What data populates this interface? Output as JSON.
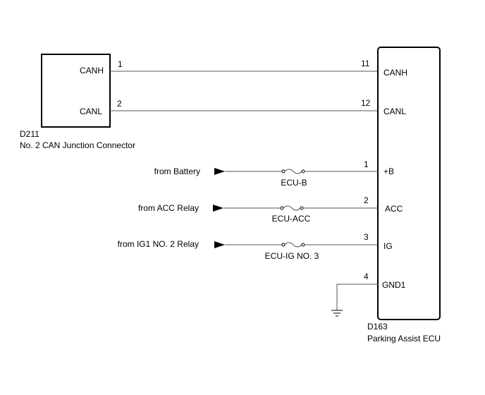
{
  "junction": {
    "code": "D211",
    "name": "No. 2 CAN Junction Connector",
    "pins": [
      {
        "label": "CANH",
        "pin": "1"
      },
      {
        "label": "CANL",
        "pin": "2"
      }
    ]
  },
  "ecu": {
    "code": "D163",
    "name": "Parking Assist ECU",
    "pins": [
      {
        "label": "CANH",
        "pin": "11"
      },
      {
        "label": "CANL",
        "pin": "12"
      },
      {
        "label": "+B",
        "pin": "1"
      },
      {
        "label": "ACC",
        "pin": "2"
      },
      {
        "label": "IG",
        "pin": "3"
      },
      {
        "label": "GND1",
        "pin": "4"
      }
    ]
  },
  "sources": [
    {
      "label": "from Battery",
      "fuse": "ECU-B"
    },
    {
      "label": "from ACC Relay",
      "fuse": "ECU-ACC"
    },
    {
      "label": "from IG1 NO. 2 Relay",
      "fuse": "ECU-IG NO. 3"
    }
  ]
}
